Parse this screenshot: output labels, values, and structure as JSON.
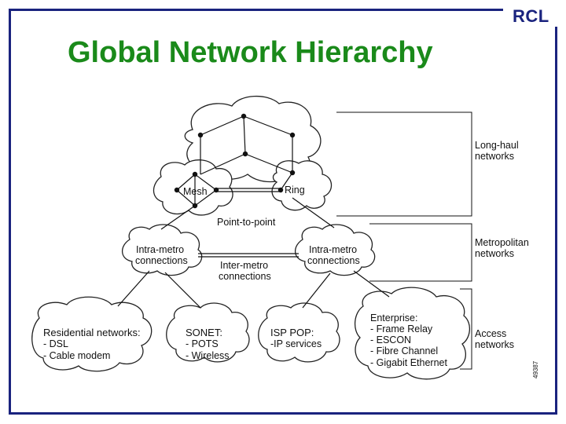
{
  "slide": {
    "title": "Global Network Hierarchy",
    "logo": "RCL"
  },
  "diagram": {
    "core": {
      "mesh_label": "Mesh",
      "ring_label": "Ring",
      "link_label": "Point-to-point"
    },
    "metro": {
      "left_cloud": [
        "Intra-metro",
        "connections"
      ],
      "right_cloud": [
        "Intra-metro",
        "connections"
      ],
      "link_label": [
        "Inter-metro",
        "connections"
      ]
    },
    "access": {
      "residential": {
        "title": "Residential networks:",
        "items": [
          "- DSL",
          "- Cable modem"
        ]
      },
      "sonet": {
        "title": "SONET:",
        "items": [
          "- POTS",
          "- Wireless"
        ]
      },
      "isp": {
        "title": "ISP POP:",
        "items": [
          "-IP services"
        ]
      },
      "enterprise": {
        "title": "Enterprise:",
        "items": [
          "- Frame Relay",
          "- ESCON",
          "- Fibre Channel",
          "- Gigabit Ethernet"
        ]
      }
    },
    "tiers": {
      "long_haul": [
        "Long-haul",
        "networks"
      ],
      "metropolitan": [
        "Metropolitan",
        "networks"
      ],
      "access": [
        "Access",
        "networks"
      ]
    },
    "figure_number": "49387"
  }
}
